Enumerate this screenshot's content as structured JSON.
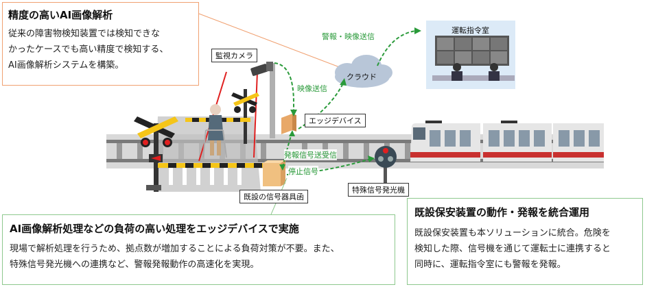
{
  "box1": {
    "title": "精度の高いAI画像解析",
    "lines": [
      "従来の障害物検知装置では検知できな",
      "かったケースでも高い精度で検知する、",
      "AI画像解析システムを構築。"
    ]
  },
  "box2": {
    "title": "AI画像解析処理などの負荷の高い処理をエッジデバイスで実施",
    "lines": [
      "現場で解析処理を行うため、拠点数が増加することによる負荷対策が不要。また、",
      "特殊信号発光機への連携など、警報発報動作の高速化を実現。"
    ]
  },
  "box3": {
    "title": "既設保安装置の動作・発報を統合運用",
    "lines": [
      "既設保安装置も本ソリューションに統合。危険を",
      "検知した際、信号機を通じて運転士に連携すると",
      "同時に、運転指令室にも警報を発報。"
    ]
  },
  "labels": {
    "camera": "監視カメラ",
    "cloud": "クラウド",
    "control_room": "運転指令室",
    "edge_device": "エッジデバイス",
    "existing_signal": "既設の信号器具函",
    "special_signal": "特殊信号発光機",
    "video_send": "映像送信",
    "alert_video_send": "警報・映像送信",
    "alert_signal_send": "発報信号送受信",
    "stop_signal": "停止信号"
  },
  "colors": {
    "orange_border": "#f0a070",
    "green_border": "#8dc88d",
    "green_arrow": "#2a9a3a",
    "train_red": "#c8302f",
    "track": "#8a8a8a"
  }
}
